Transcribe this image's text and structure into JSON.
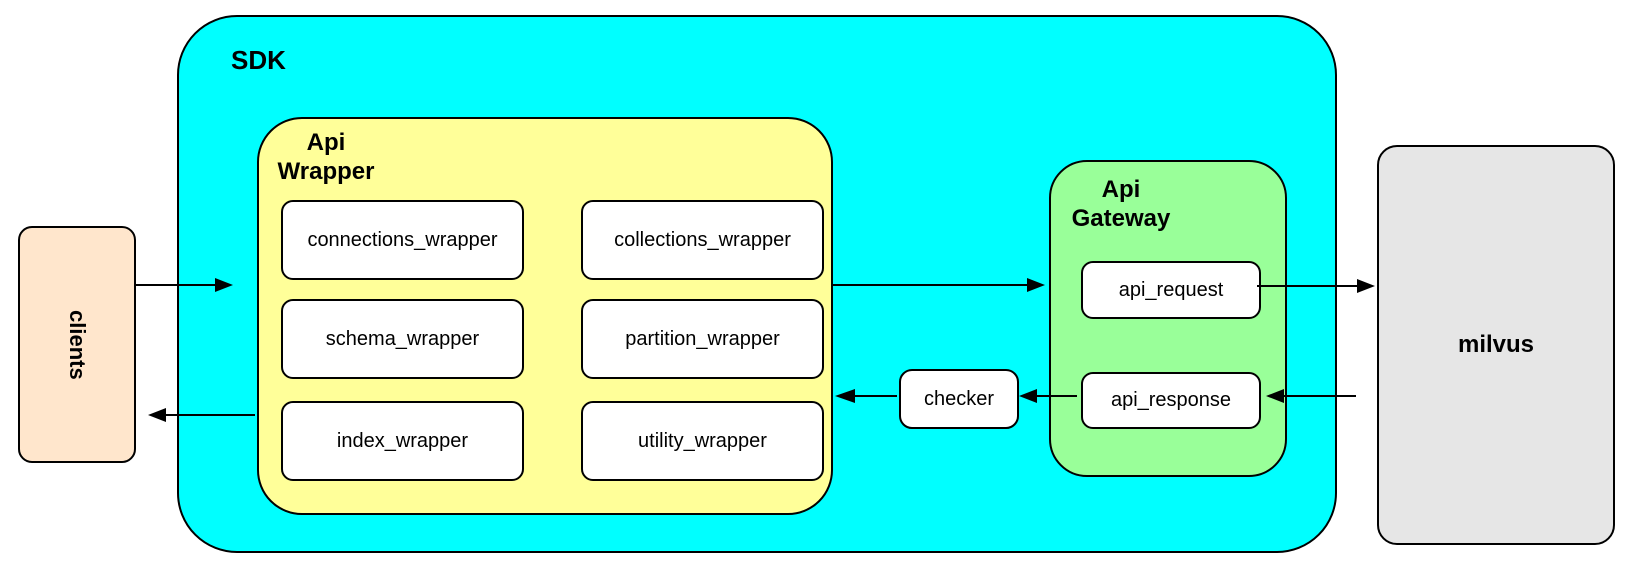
{
  "diagram": {
    "clients": {
      "label": "clients"
    },
    "sdk": {
      "label": "SDK"
    },
    "api_wrapper": {
      "title_lines": [
        "Api",
        "Wrapper"
      ],
      "modules": [
        "connections_wrapper",
        "collections_wrapper",
        "schema_wrapper",
        "partition_wrapper",
        "index_wrapper",
        "utility_wrapper"
      ]
    },
    "checker": {
      "label": "checker"
    },
    "api_gateway": {
      "title_lines": [
        "Api",
        "Gateway"
      ],
      "nodes": [
        "api_request",
        "api_response"
      ]
    },
    "milvus": {
      "label": "milvus"
    },
    "arrows": [
      {
        "from": "clients",
        "to": "sdk",
        "direction": "right"
      },
      {
        "from": "api_wrapper",
        "to": "api_gateway",
        "direction": "right"
      },
      {
        "from": "api_request",
        "to": "milvus",
        "direction": "right"
      },
      {
        "from": "milvus",
        "to": "api_response",
        "direction": "left"
      },
      {
        "from": "api_response",
        "to": "checker",
        "direction": "left"
      },
      {
        "from": "checker",
        "to": "api_wrapper",
        "direction": "left"
      },
      {
        "from": "api_wrapper",
        "to": "clients",
        "direction": "left"
      }
    ],
    "colors": {
      "sdk_fill": "#00FFFF",
      "api_wrapper_fill": "#FFFF99",
      "api_gateway_fill": "#99FF99",
      "clients_fill": "#FFE6CC",
      "milvus_fill": "#E6E6E6",
      "node_fill": "#FFFFFF",
      "border": "#000000",
      "arrow": "#000000"
    }
  }
}
